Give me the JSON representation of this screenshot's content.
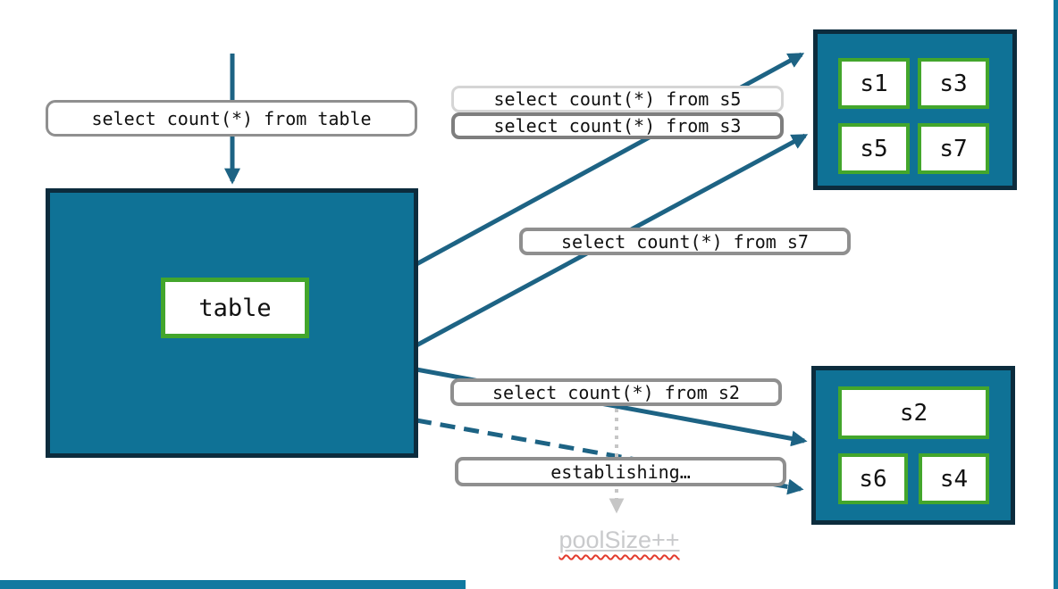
{
  "queries": {
    "table": "select count(*) from table",
    "s5": "select count(*) from s5",
    "s3": "select count(*) from s3",
    "s7": "select count(*) from s7",
    "s2": "select count(*) from s2",
    "establishing": "establishing…"
  },
  "table_box": {
    "label": "table"
  },
  "shard_group_top": {
    "shards": [
      {
        "label": "s1"
      },
      {
        "label": "s3"
      },
      {
        "label": "s5"
      },
      {
        "label": "s7"
      }
    ]
  },
  "shard_group_bottom": {
    "shards": [
      {
        "label": "s2"
      },
      {
        "label": "s6"
      },
      {
        "label": "s4"
      }
    ]
  },
  "annotation": {
    "pool_size": "poolSize++"
  },
  "colors": {
    "box_fill": "#0F7296",
    "box_border": "#0C2C3D",
    "shard_border": "#43A62C",
    "arrow": "#1D6384",
    "label_border": "#8F8F8F",
    "label_border_light": "#D5D5D5",
    "label_border_dark": "#7E7E7E",
    "dotted_arrow": "#C6C6C6",
    "pool_size_text": "#C9CACC",
    "squiggle_red": "#E23B2E",
    "edge_strip": "#1179A0"
  }
}
